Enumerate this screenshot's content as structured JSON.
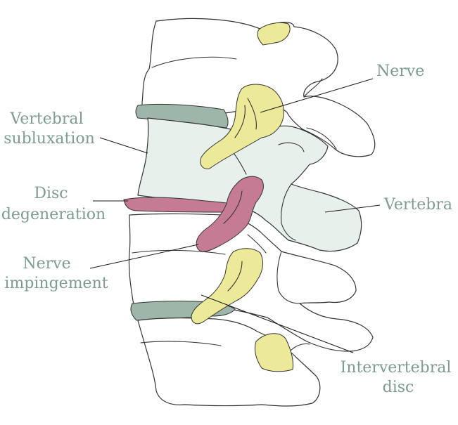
{
  "colors": {
    "label_text": "#7e9c8e",
    "bone_fill": "#ffffff",
    "outline": "#333333",
    "subluxed_vertebra": "#e7f0eb",
    "disc_healthy": "#9db6a9",
    "disc_degenerated": "#c47b93",
    "nerve": "#ece999",
    "leader_line": "#1a1a1a"
  },
  "labels": {
    "nerve": "Nerve",
    "vertebral_subluxation": [
      "Vertebral",
      "subluxation"
    ],
    "disc_degeneration": [
      "Disc",
      "degeneration"
    ],
    "vertebra": "Vertebra",
    "nerve_impingement": [
      "Nerve",
      "impingement"
    ],
    "intervertebral_disc": [
      "Intervertebral",
      "disc"
    ]
  }
}
